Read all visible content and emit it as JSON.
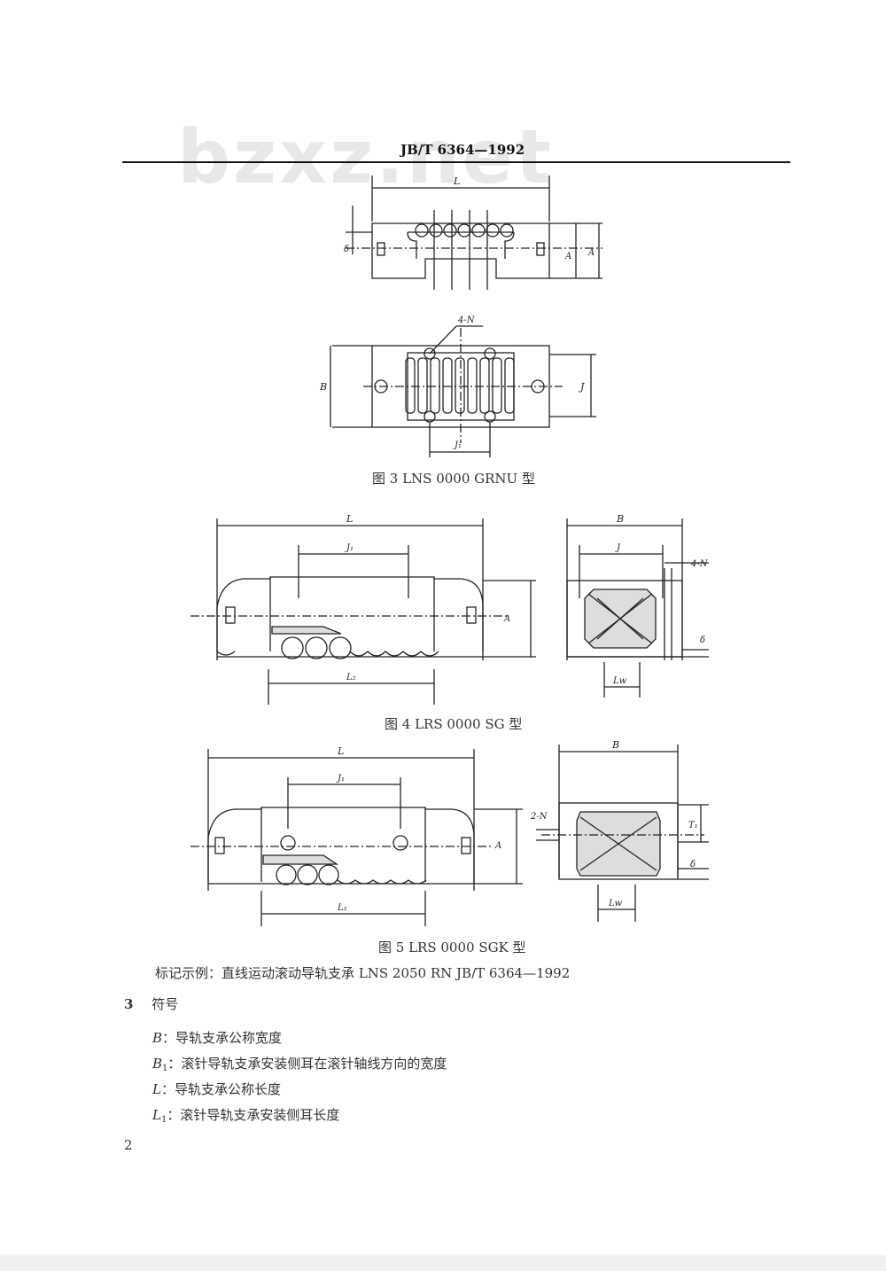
{
  "page": {
    "watermark": "bzxz.net",
    "header": "JB/T 6364—1992",
    "page_number": "2"
  },
  "figures": [
    {
      "caption": "图 3 LNS 0000 GRNU 型"
    },
    {
      "caption": "图 4 LRS 0000 SG 型"
    },
    {
      "caption": "图 5 LRS 0000 SGK 型"
    }
  ],
  "drawing_labels": {
    "L": "L",
    "B": "B",
    "A": "A",
    "J": "J",
    "J1": "J₁",
    "L2": "L₂",
    "Lw": "Lw",
    "T1": "T₁",
    "N4": "4-N",
    "N2": "2-N",
    "delta": "δ"
  },
  "marking_example": "标记示例：直线运动滚动导轨支承 LNS 2050 RN JB/T 6364—1992",
  "section": {
    "number": "3",
    "title": "符号",
    "items": [
      {
        "symbol": "B",
        "sub": "",
        "text": "：导轨支承公称宽度"
      },
      {
        "symbol": "B",
        "sub": "1",
        "text": "：滚针导轨支承安装侧耳在滚针轴线方向的宽度"
      },
      {
        "symbol": "L",
        "sub": "",
        "text": "：导轨支承公称长度"
      },
      {
        "symbol": "L",
        "sub": "1",
        "text": "：滚针导轨支承安装侧耳长度"
      }
    ]
  }
}
